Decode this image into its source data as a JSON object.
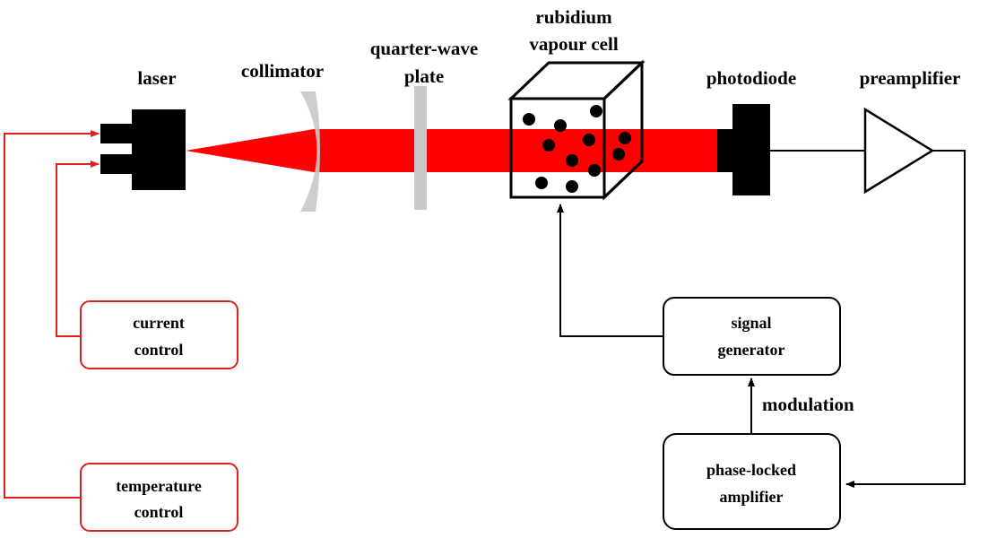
{
  "labels": {
    "laser": "laser",
    "collimator": "collimator",
    "qwp_line1": "quarter-wave",
    "qwp_line2": "plate",
    "cell_line1": "rubidium",
    "cell_line2": "vapour cell",
    "photodiode": "photodiode",
    "preamplifier": "preamplifier",
    "modulation": "modulation"
  },
  "boxes": {
    "current_control": [
      "current",
      "control"
    ],
    "temperature_control": [
      "temperature",
      "control"
    ],
    "signal_generator": [
      "signal",
      "generator"
    ],
    "phase_locked_amplifier": [
      "phase-locked",
      "amplifier"
    ]
  },
  "colors": {
    "beam": "#ff0000",
    "control_lines": "#e02020",
    "signal_lines": "#000000",
    "optics_gray": "#c8c8c8"
  }
}
